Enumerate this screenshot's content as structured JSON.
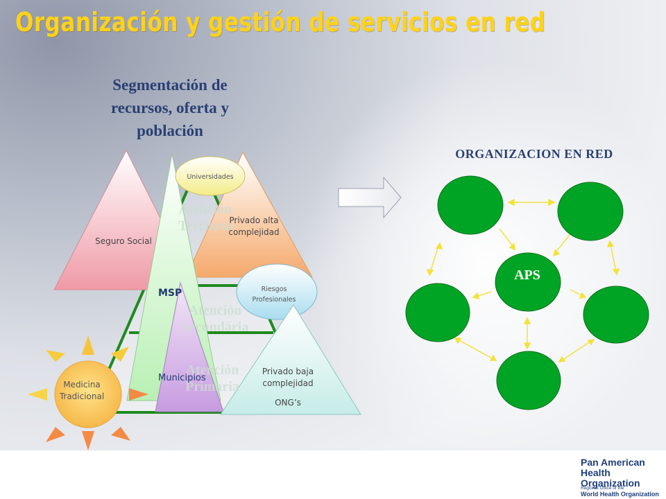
{
  "slide": {
    "title": "Organización y gestión de servicios  en red",
    "subtitle": "Segmentación de recursos, oferta y población",
    "left_diagram": {
      "seguro_social": "Seguro Social",
      "universidades": "Universidades",
      "privado_alta": "Privado alta complejidad",
      "riesgos_profesionales": "Riesgos Profesionales",
      "msp": "MSP",
      "municipios": "Municipios",
      "privado_baja": "Privado baja complejidad",
      "ongs": "ONG’s",
      "medicina_tradicional": "Medicina Tradicional",
      "atencion_terciaria": "Atención Terciaria",
      "atencion_secundaria": "Atención Secundária",
      "atencion_primaria": "Atención Primaria"
    },
    "right_diagram": {
      "label": "ORGANIZACION EN RED",
      "center_node": "APS",
      "node_color": "#00a424",
      "arrow_color": "#f3e23a"
    }
  },
  "footer": {
    "logo": {
      "line1": "Pan American",
      "line2": "Health",
      "line3": "Organization",
      "sub1": "Regional Office of the",
      "sub2": "World Health Organization"
    }
  },
  "colors": {
    "title": "#ffd21a",
    "heading": "#2a3f73",
    "pyramid_outline": "#1e8a1e"
  }
}
